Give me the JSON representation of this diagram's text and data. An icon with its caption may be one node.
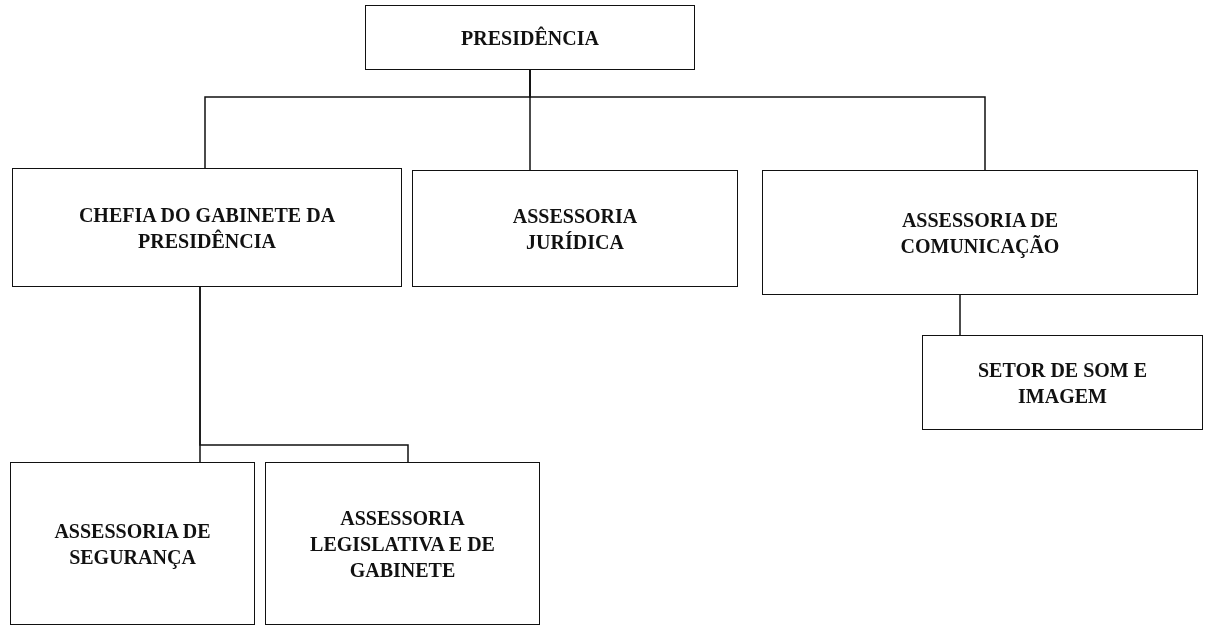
{
  "diagram": {
    "nodes": [
      {
        "text": [
          "PRESIDÊNCIA"
        ]
      },
      {
        "text": [
          "CHEFIA DO GABINETE DA PRESIDÊNCIA"
        ]
      },
      {
        "text": [
          "ASSESSORIA JURÍDICA"
        ]
      },
      {
        "text": [
          "ASSESSORIA DE COMUNICAÇÃO"
        ]
      },
      {
        "text": [
          "SETOR DE SOM E IMAGEM"
        ]
      },
      {
        "text": [
          "ASSESSORIA DE SEGURANÇA"
        ]
      },
      {
        "text": [
          "ASSESSORIA LEGISLATIVA E DE GABINETE"
        ]
      }
    ],
    "edges": [
      {
        "from": 0,
        "to": 1,
        "arrow": "none"
      },
      {
        "from": 0,
        "to": 2,
        "arrow": "none"
      },
      {
        "from": 0,
        "to": 3,
        "arrow": "none"
      },
      {
        "from": 3,
        "to": 4,
        "arrow": "none"
      },
      {
        "from": 1,
        "to": 5,
        "arrow": "none"
      },
      {
        "from": 1,
        "to": 6,
        "arrow": "none"
      }
    ]
  }
}
